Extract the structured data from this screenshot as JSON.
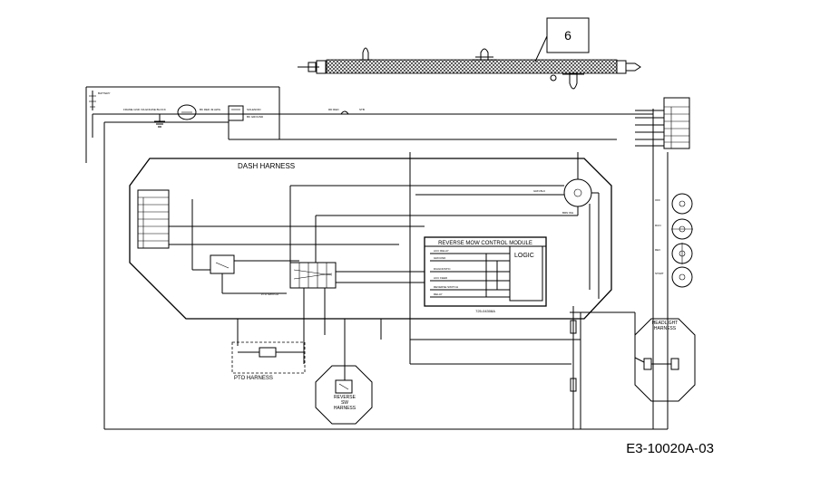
{
  "callout_number": "6",
  "drawing_code": "E3-10020A-03",
  "harness_labels": {
    "dash": "DASH HARNESS",
    "pto": "PTO HARNESS",
    "reverse_sw": "REVERSE SW HARNESS",
    "headlight": "HEADLIGHT HARNESS"
  },
  "module": {
    "title": "REVERSE MOW CONTROL MODULE",
    "logic": "LOGIC",
    "part_number": "725-04308A"
  },
  "colors": {
    "line": "#000000",
    "background": "#ffffff"
  }
}
